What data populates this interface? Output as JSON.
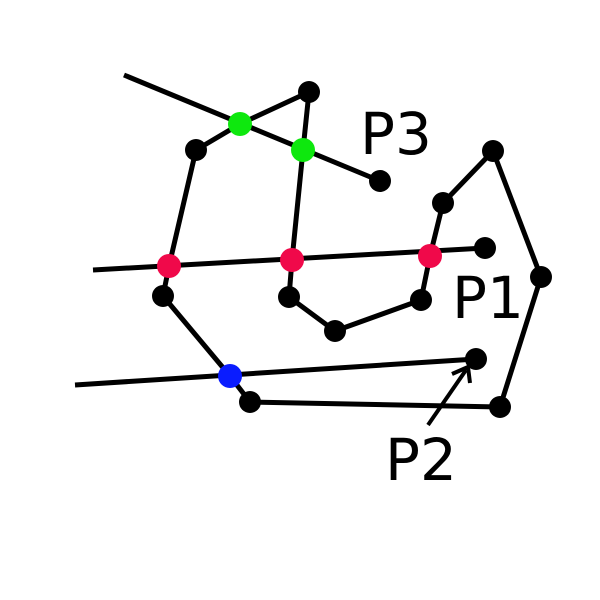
{
  "labels": {
    "p1": "P1",
    "p2": "P2",
    "p3": "P3"
  },
  "colors": {
    "background": "#ffffff",
    "line": "#000000",
    "vertex": "#000000",
    "crossing_p1": "#f0094a",
    "crossing_p2": "#0a1cff",
    "crossing_p3": "#0ee80e"
  },
  "crossing_counts": {
    "p1": 3,
    "p2": 1,
    "p3": 2
  }
}
